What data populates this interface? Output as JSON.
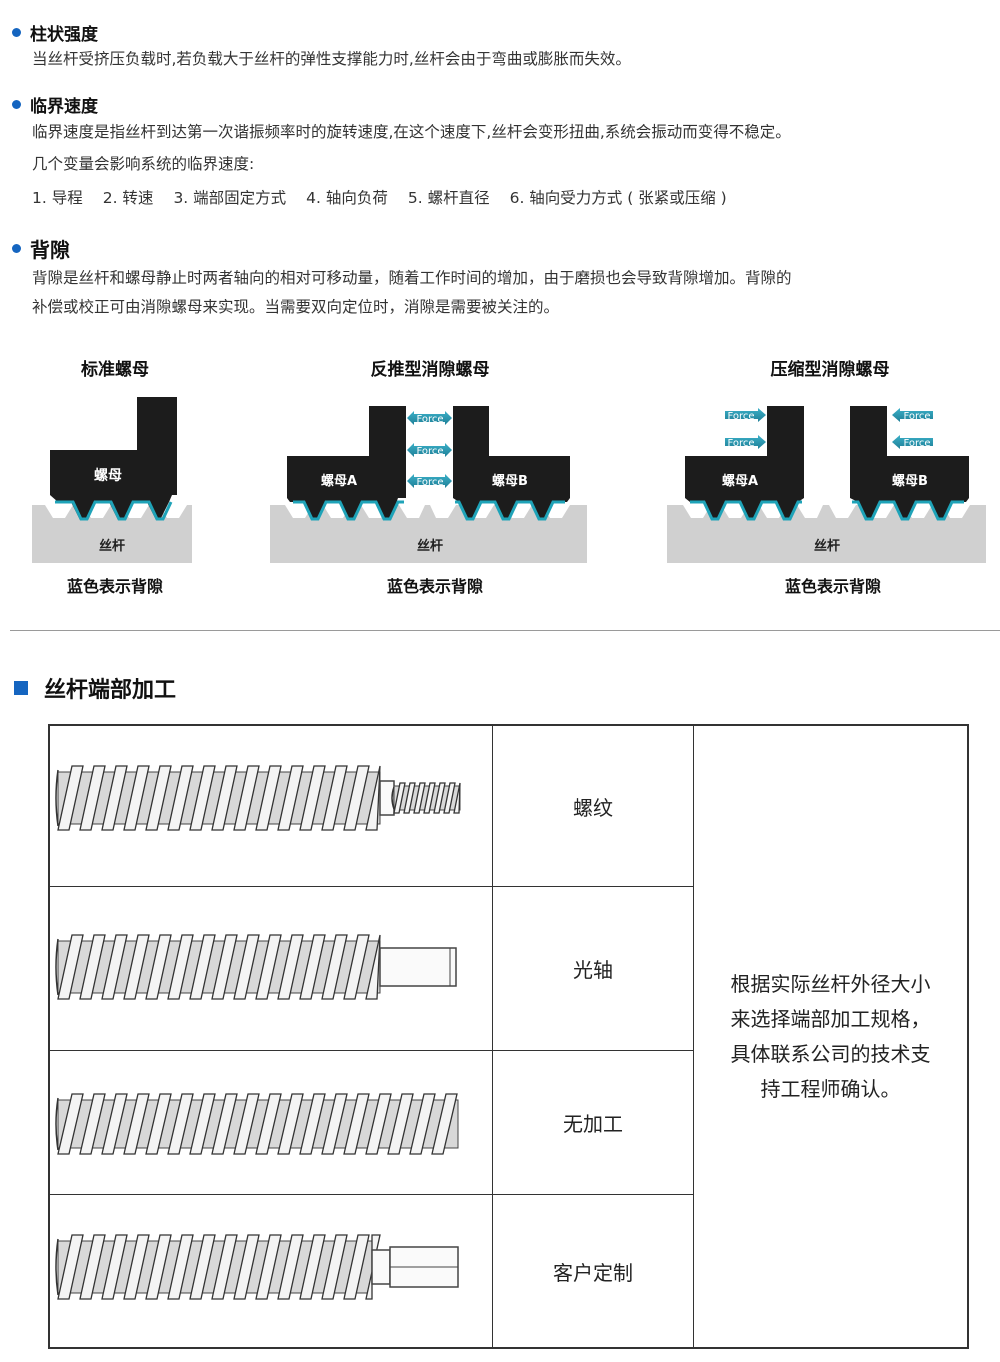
{
  "sections": {
    "column_strength": {
      "title": "柱状强度",
      "text": "当丝杆受挤压负载时,若负载大于丝杆的弹性支撑能力时,丝杆会由于弯曲或膨胀而失效。"
    },
    "critical_speed": {
      "title": "临界速度",
      "text1": "临界速度是指丝杆到达第一次谐振频率时的旋转速度,在这个速度下,丝杆会变形扭曲,系统会振动而变得不稳定。",
      "text2": "几个变量会影响系统的临界速度:",
      "variables": [
        "1. 导程",
        "2. 转速",
        "3. 端部固定方式",
        "4. 轴向负荷",
        "5. 螺杆直径",
        "6. 轴向受力方式 ( 张紧或压缩 )"
      ]
    },
    "backlash": {
      "title": "背隙",
      "line1": "背隙是丝杆和螺母静止时两者轴向的相对可移动量，随着工作时间的增加，由于磨损也会导致背隙增加。背隙的",
      "line2": "补偿或校正可由消隙螺母来实现。当需要双向定位时，消隙是需要被关注的。"
    }
  },
  "diagrams": [
    {
      "title": "标准螺母",
      "nut": "螺母",
      "screw": "丝杆",
      "caption": "蓝色表示背隙"
    },
    {
      "title": "反推型消隙螺母",
      "nut_a": "螺母A",
      "nut_b": "螺母B",
      "force": "Force",
      "screw": "丝杆",
      "caption": "蓝色表示背隙"
    },
    {
      "title": "压缩型消隙螺母",
      "nut_a": "螺母A",
      "nut_b": "螺母B",
      "force": "Force",
      "screw": "丝杆",
      "caption": "蓝色表示背隙"
    }
  ],
  "end_machining": {
    "title": "丝杆端部加工",
    "rows": [
      {
        "label": "螺纹",
        "icon": "threaded-end-screw-icon"
      },
      {
        "label": "光轴",
        "icon": "plain-shaft-end-screw-icon"
      },
      {
        "label": "无加工",
        "icon": "unmachined-end-screw-icon"
      },
      {
        "label": "客户定制",
        "icon": "custom-end-screw-icon"
      }
    ],
    "note_lines": [
      "根据实际丝杆外径大小",
      "来选择端部加工规格，",
      "具体联系公司的技术支",
      "持工程师确认。"
    ]
  },
  "colors": {
    "accent_blue": "#1565c0",
    "backlash_teal": "#1fa3b8",
    "force_arrow": "#2a8fa8",
    "nut_black": "#1c1c1c",
    "screw_gray": "#d0d0d0"
  }
}
